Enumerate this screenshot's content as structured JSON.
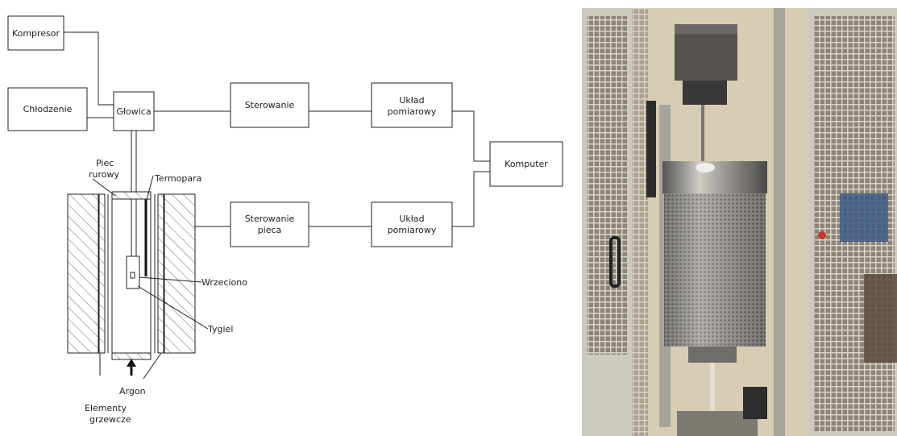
{
  "diagram": {
    "boxes": {
      "kompresor": "Kompresor",
      "chlodzenie": "Chłodzenie",
      "glowica": "Głowica",
      "sterowanie": "Sterowanie",
      "uklad_pomiarowy_1": [
        "Układ",
        "pomiarowy"
      ],
      "komputer": "Komputer",
      "sterowanie_pieca": [
        "Sterowanie",
        "pieca"
      ],
      "uklad_pomiarowy_2": [
        "Układ",
        "pomiarowy"
      ]
    },
    "labels": {
      "piec_rurowy": [
        "Piec",
        "rurowy"
      ],
      "termopara": "Termopara",
      "wrzeciono": "Wrzeciono",
      "tygiel": "Tygiel",
      "argon": "Argon",
      "elementy_grzewcze": [
        "Elementy",
        "grzewcze"
      ]
    }
  },
  "photo": {
    "colors": {
      "wall": "#b9ab8e",
      "mesh": "#cfcac0",
      "frame": "#a7a49c",
      "furnace": "#8f8c88",
      "head": "#55524f"
    }
  }
}
